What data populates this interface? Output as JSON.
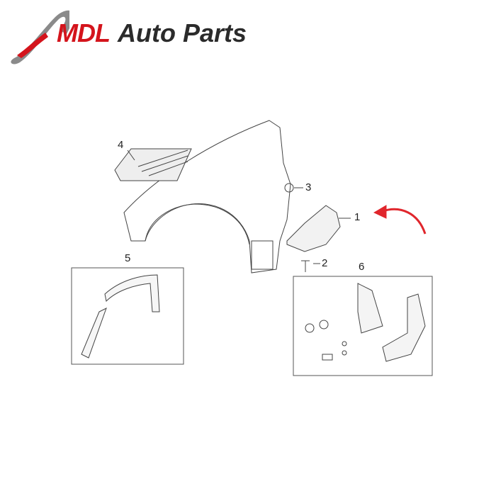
{
  "logo": {
    "brand_red": "MDL",
    "brand_rest": "Auto Parts",
    "accent": "#d4141c"
  },
  "diagram": {
    "callouts": [
      "1",
      "2",
      "3",
      "4",
      "5",
      "6"
    ],
    "arrow_color": "#e0262c"
  }
}
